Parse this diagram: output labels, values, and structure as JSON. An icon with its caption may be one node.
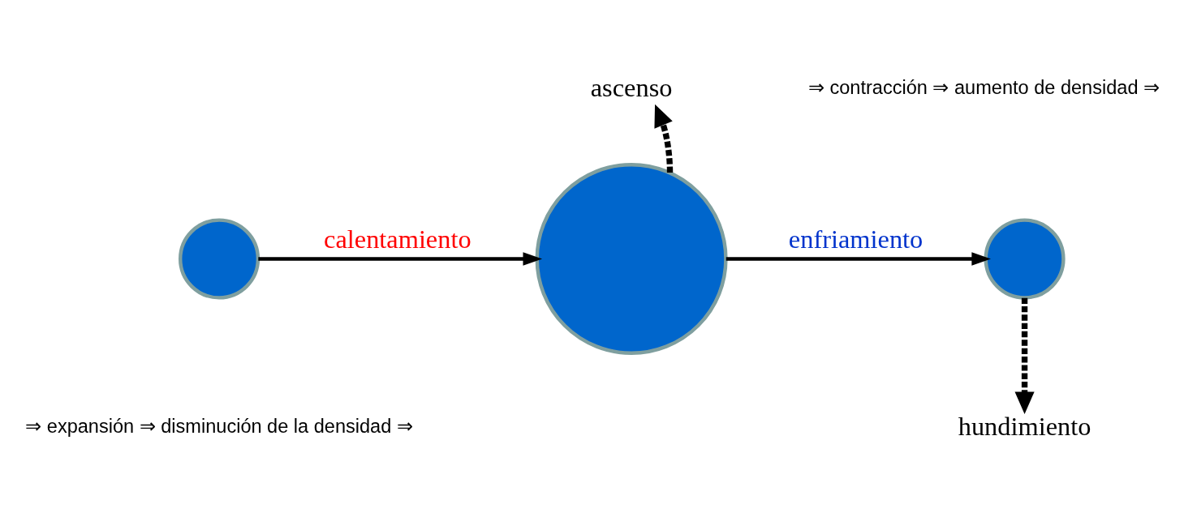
{
  "diagram": {
    "nodes": [
      {
        "text": [],
        "shape": "circle"
      },
      {
        "text": [],
        "shape": "circle"
      },
      {
        "text": [],
        "shape": "circle"
      },
      {
        "text": [
          "ascenso"
        ]
      },
      {
        "text": [
          "hundimiento"
        ]
      }
    ],
    "edges": [
      {
        "from": 0,
        "to": 1,
        "arrow": "to",
        "label": "calentamiento"
      },
      {
        "from": 1,
        "to": 2,
        "arrow": "to",
        "label": "enfriamiento"
      },
      {
        "from": 1,
        "to": 3,
        "arrow": "to",
        "style": "dashed"
      },
      {
        "from": 2,
        "to": 4,
        "arrow": "to",
        "style": "dashed"
      }
    ],
    "labels": [
      "⇒ contracción ⇒ aumento de densidad ⇒",
      "⇒ expansión ⇒ disminución de la densidad ⇒"
    ]
  }
}
